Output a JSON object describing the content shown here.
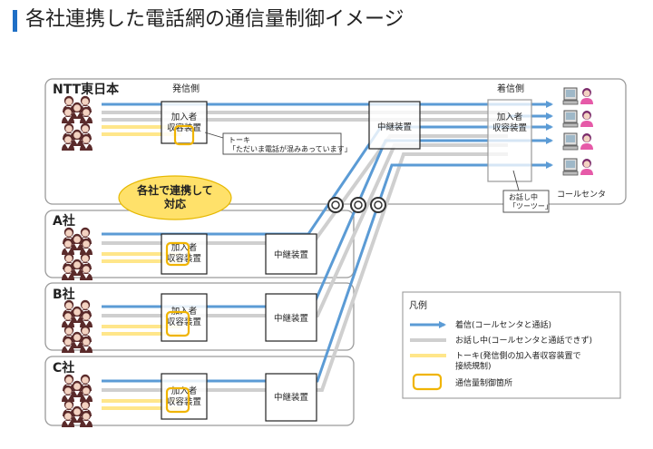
{
  "page_title": "各社連携した電話網の通信量制御イメージ",
  "colors": {
    "accent": "#1f6fc6",
    "incoming": "#5b9bd5",
    "busy": "#c8c8c8",
    "talkie": "#ffd54f",
    "control": "#f0b400",
    "cooperation_fill": "#ffe16a"
  },
  "ntt": {
    "name": "NTT東日本",
    "caller_side": "発信側",
    "callee_side": "着信側",
    "subscriber_equipment": "加入者\n収容装置",
    "relay_equipment": "中継装置",
    "callee_subscriber_equipment": "加入者\n収容装置",
    "talkie_callout": "トーキ\n「ただいま電話が混みあっています」",
    "busy_callout": "お話し中\n「ツーツー」",
    "call_center": "コールセンタ"
  },
  "cooperation_label": "各社で連携して\n対応",
  "carriers": [
    {
      "name": "A社",
      "subscriber_equipment": "加入者\n収容装置",
      "relay_equipment": "中継装置"
    },
    {
      "name": "B社",
      "subscriber_equipment": "加入者\n収容装置",
      "relay_equipment": "中継装置"
    },
    {
      "name": "C社",
      "subscriber_equipment": "加入者\n収容装置",
      "relay_equipment": "中継装置"
    }
  ],
  "legend": {
    "title": "凡例",
    "items": [
      {
        "type": "incoming",
        "label": "着信(コールセンタと通話)"
      },
      {
        "type": "busy",
        "label": "お話し中(コールセンタと通話できず)"
      },
      {
        "type": "talkie",
        "label": "トーキ(発信側の加入者収容装置で\n接続規制)"
      },
      {
        "type": "control",
        "label": "通信量制御箇所"
      }
    ]
  },
  "icons": [
    "people-group-icon",
    "pc-operator-icon",
    "junction-circle-icon",
    "arrow-right-icon"
  ]
}
